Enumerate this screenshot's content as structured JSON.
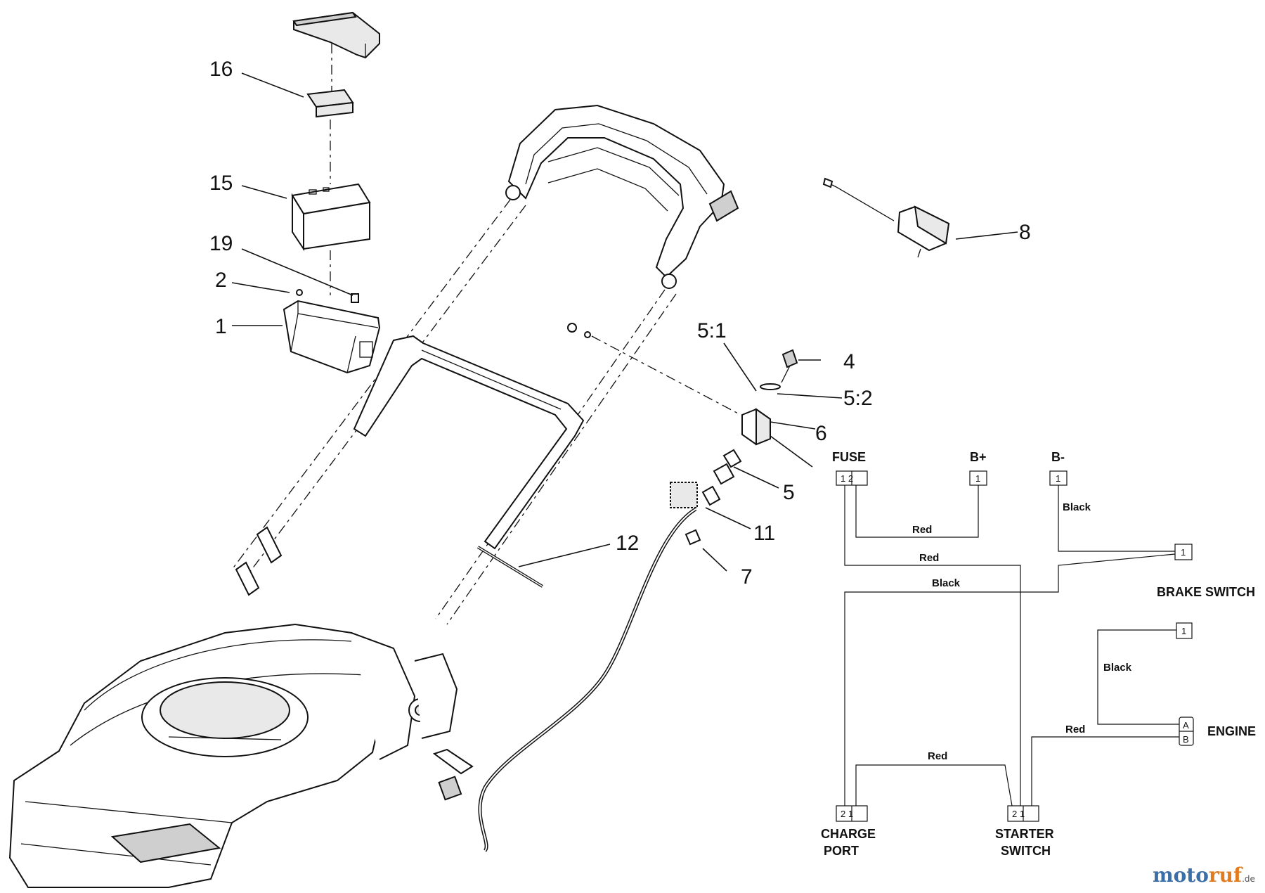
{
  "callouts": {
    "c16": "16",
    "c15": "15",
    "c19": "19",
    "c2": "2",
    "c1": "1",
    "c8": "8",
    "c5_1": "5:1",
    "c4": "4",
    "c5_2": "5:2",
    "c6": "6",
    "c5": "5",
    "c11": "11",
    "c12": "12",
    "c7": "7"
  },
  "schematic": {
    "components": {
      "fuse": "FUSE",
      "b_plus": "B+",
      "b_minus": "B-",
      "brake_switch": "BRAKE SWITCH",
      "engine": "ENGINE",
      "charge_port_1": "CHARGE",
      "charge_port_2": "PORT",
      "starter_switch_1": "STARTER",
      "starter_switch_2": "SWITCH"
    },
    "pins": {
      "fuse": "1 2",
      "b_plus": "1",
      "b_minus": "1",
      "brake_upper": "1",
      "brake_lower": "1",
      "engine_a": "A",
      "engine_b": "B",
      "charge_port": "2 1",
      "starter_switch": "2 1"
    },
    "wires": {
      "fuse_bplus": "Red",
      "bminus_brake": "Black",
      "fuse_starter": "Red",
      "chargeport_brake": "Black",
      "brake_engine": "Black",
      "starter_engine": "Red",
      "chargeport_starter": "Red"
    }
  },
  "watermark": {
    "brand_part1": "moto",
    "brand_part2": "ruf",
    "tld": ".de"
  }
}
